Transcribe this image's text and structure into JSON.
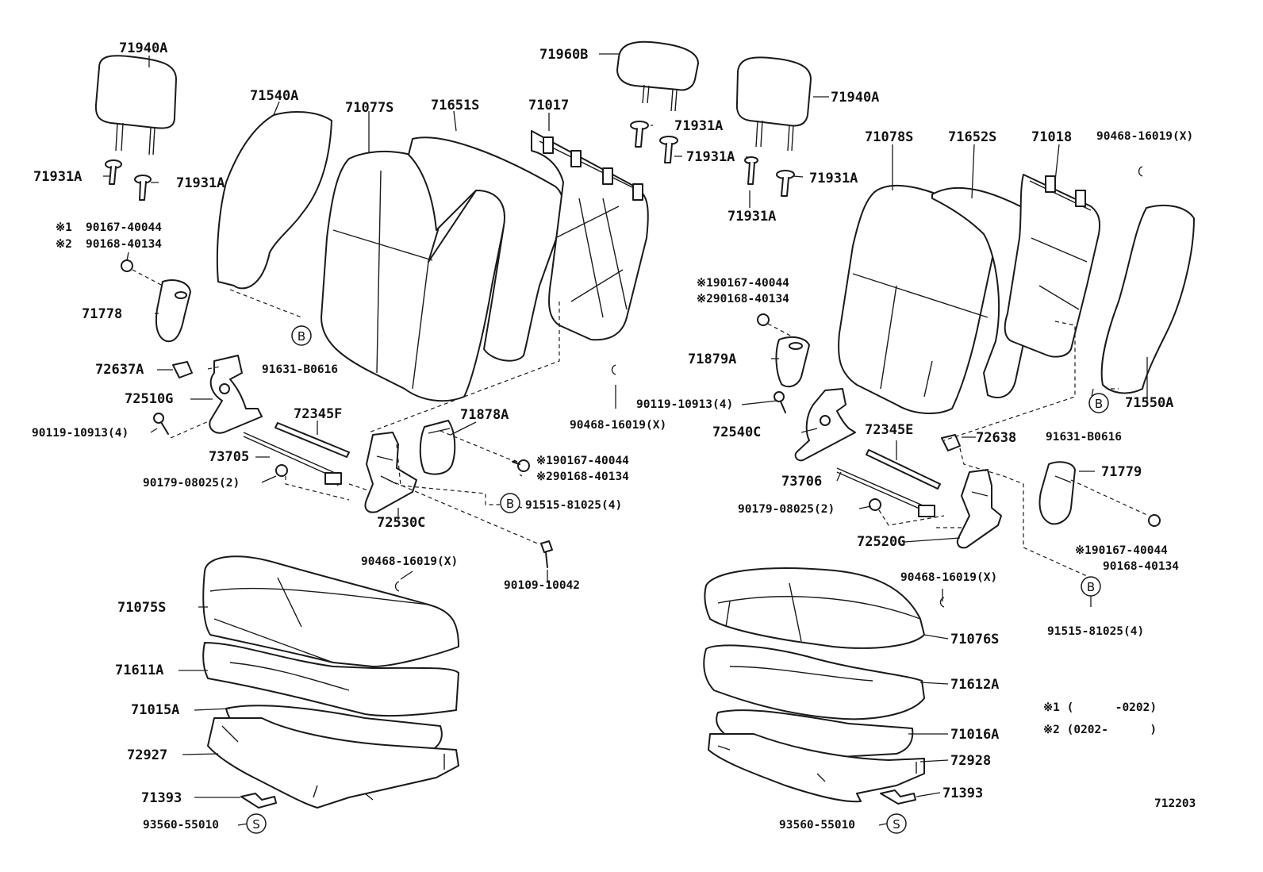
{
  "parts_left": {
    "p71940A": "71940A",
    "p71931A_a": "71931A",
    "p71931A_b": "71931A",
    "p71540A": "71540A",
    "p71077S": "71077S",
    "p71651S": "71651S",
    "p71017": "71017",
    "note1_mark": "※1",
    "note1_part": "90167-40044",
    "note2_mark": "※2",
    "note2_part": "90168-40134",
    "p71778": "71778",
    "p91631": "91631-B0616",
    "p72637A": "72637A",
    "p72510G": "72510G",
    "p90119": "90119-10913(4)",
    "p72345F": "72345F",
    "p71878A": "71878A",
    "p73705": "73705",
    "p90179": "90179-08025(2)",
    "note3": "※190167-40044",
    "note4": "※290168-40134",
    "p91515": "91515-81025(4)",
    "p72530C": "72530C",
    "p90109": "90109-10042",
    "p90468_a": "90468-16019(X)",
    "p90468_b": "90468-16019(X)",
    "p71075S": "71075S",
    "p71611A": "71611A",
    "p71015A": "71015A",
    "p72927": "72927",
    "p71393": "71393",
    "p93560": "93560-55010"
  },
  "parts_right": {
    "p71960B": "71960B",
    "p71931A_a": "71931A",
    "p71931A_b": "71931A",
    "p71940A": "71940A",
    "p71931A_c": "71931A",
    "p71931A_d": "71931A",
    "p71078S": "71078S",
    "p71652S": "71652S",
    "p71018": "71018",
    "p90468_top": "90468-16019(X)",
    "note1": "※190167-40044",
    "note2": "※290168-40134",
    "p71879A": "71879A",
    "p90119": "90119-10913(4)",
    "p72540C": "72540C",
    "p72345E": "72345E",
    "p72638": "72638",
    "p91631": "91631-B0616",
    "p71550A": "71550A",
    "p73706": "73706",
    "p71779": "71779",
    "p90179": "90179-08025(2)",
    "p72520G": "72520G",
    "note3": "※190167-40044",
    "note4": "90168-40134",
    "p90468_mid": "90468-16019(X)",
    "p91515": "91515-81025(4)",
    "p71076S": "71076S",
    "p71612A": "71612A",
    "p71016A": "71016A",
    "p72928": "72928",
    "p71393": "71393",
    "p93560": "93560-55010"
  },
  "legend": {
    "row1": "※1 (      -0202)",
    "row2": "※2 (0202-      )"
  },
  "circle_marks": {
    "b": "B",
    "s": "S"
  },
  "figure_code": "712203"
}
